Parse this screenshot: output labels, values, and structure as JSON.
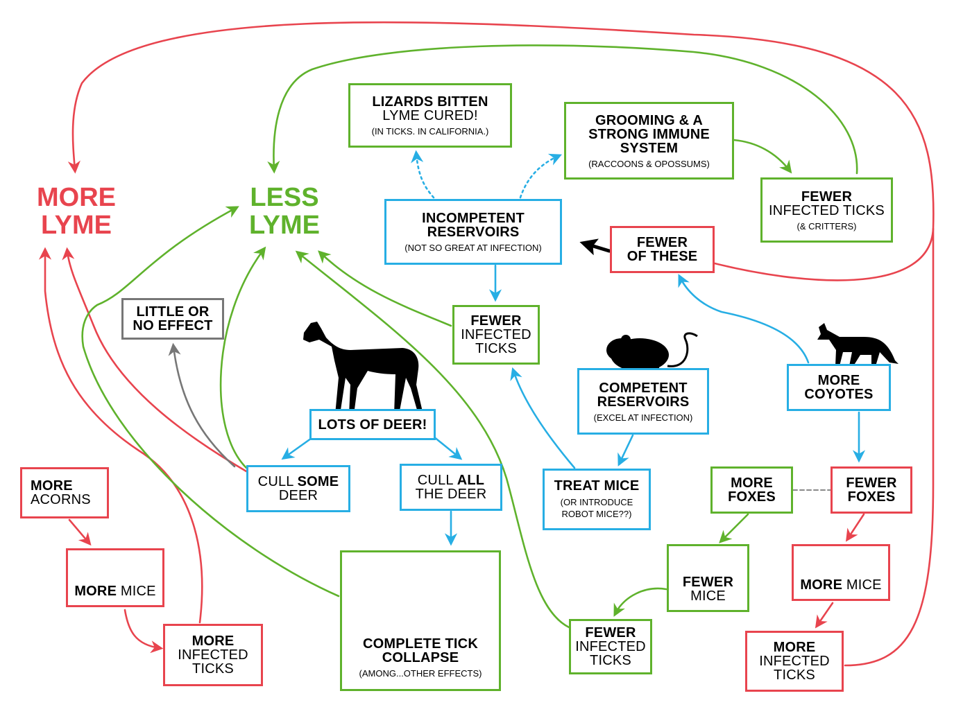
{
  "colors": {
    "red": "#e8444e",
    "green": "#5fb22c",
    "blue": "#27aee4",
    "gray": "#777777",
    "black": "#000000"
  },
  "outcomes": {
    "more_lyme": [
      "MORE",
      "LYME"
    ],
    "less_lyme": [
      "LESS",
      "LYME"
    ]
  },
  "nodes": {
    "lizards": {
      "lines": [
        "LIZARDS BITTEN",
        "LYME CURED!"
      ],
      "sub": "(IN TICKS. IN CALIFORNIA.)"
    },
    "grooming": {
      "lines": [
        "GROOMING & A",
        "STRONG IMMUNE",
        "SYSTEM"
      ],
      "sub": "(RACCOONS & OPOSSUMS)"
    },
    "fewer_ticks_critters": {
      "lines": [
        "FEWER",
        "INFECTED TICKS"
      ],
      "sub": "(& CRITTERS)"
    },
    "incompetent": {
      "lines": [
        "INCOMPETENT",
        "RESERVOIRS"
      ],
      "sub": "(NOT SO GREAT AT INFECTION)"
    },
    "fewer_these": {
      "lines": [
        "FEWER",
        "OF THESE"
      ]
    },
    "little_effect": {
      "lines": [
        "LITTLE OR",
        "NO EFFECT"
      ]
    },
    "fewer_ticks_mid": {
      "lines": [
        "FEWER",
        "INFECTED",
        "TICKS"
      ]
    },
    "competent": {
      "lines": [
        "COMPETENT",
        "RESERVOIRS"
      ],
      "sub": "(EXCEL AT INFECTION)"
    },
    "more_coyotes": {
      "lines": [
        "MORE",
        "COYOTES"
      ]
    },
    "lots_deer": {
      "lines": [
        "LOTS OF DEER!"
      ]
    },
    "cull_some": {
      "bold": "SOME",
      "pre": "CULL ",
      "line2": "DEER"
    },
    "cull_all": {
      "bold": "ALL",
      "pre": "CULL ",
      "line2": "THE DEER"
    },
    "treat_mice": {
      "lines": [
        "TREAT MICE"
      ],
      "sub": "(OR INTRODUCE ROBOT MICE??)"
    },
    "more_foxes": {
      "lines": [
        "MORE",
        "FOXES"
      ]
    },
    "fewer_foxes": {
      "lines": [
        "FEWER",
        "FOXES"
      ]
    },
    "more_acorns": {
      "lines": [
        "MORE",
        "ACORNS"
      ]
    },
    "more_mice_left": {
      "bold": "MORE",
      "reg": " MICE"
    },
    "more_ticks_left": {
      "lines": [
        "MORE",
        "INFECTED",
        "TICKS"
      ]
    },
    "tick_collapse": {
      "lines": [
        "COMPLETE TICK",
        "COLLAPSE"
      ],
      "sub": "(AMONG...OTHER EFFECTS)"
    },
    "fewer_mice": {
      "lines": [
        "FEWER",
        "MICE"
      ]
    },
    "fewer_ticks_bottom": {
      "lines": [
        "FEWER",
        "INFECTED",
        "TICKS"
      ]
    },
    "more_mice_right": {
      "bold": "MORE",
      "reg": " MICE"
    },
    "more_ticks_right": {
      "lines": [
        "MORE",
        "INFECTED",
        "TICKS"
      ]
    }
  },
  "icons": [
    "deer-icon",
    "mouse-icon",
    "coyote-icon",
    "acorn-icon",
    "tick-icon",
    "no-tick-icon"
  ]
}
